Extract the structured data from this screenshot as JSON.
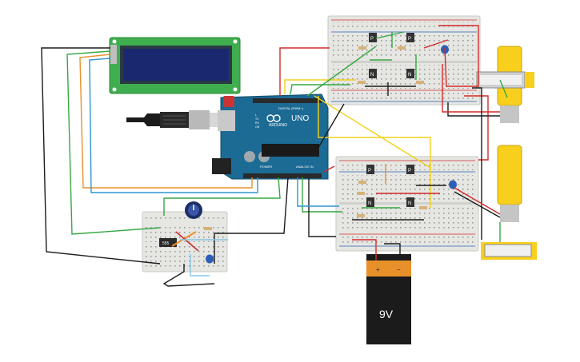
{
  "arduino": {
    "brand": "ARDUINO",
    "model": "UNO",
    "digital_label": "DIGITAL (PWM~)",
    "power_label": "POWER",
    "analog_label": "ANALOG IN",
    "tx_label": "TX",
    "rx_label": "RX",
    "l_label": "L",
    "on_label": "ON"
  },
  "timer_ic": {
    "label": "555"
  },
  "battery": {
    "label": "9V",
    "plus": "+",
    "minus": "−"
  },
  "transistors": {
    "p_label": "P",
    "n_label": "N"
  },
  "wire_colors": {
    "red": "#d42a2a",
    "black": "#1b1b1b",
    "green": "#36a843",
    "orange": "#e8912b",
    "blue": "#2d95cf",
    "yellow": "#f2d21b",
    "light_blue": "#86c6e6"
  },
  "component_colors": {
    "board_blue": "#1c6b95",
    "lcd_green": "#3fae4f",
    "lcd_screen": "#1a2870",
    "motor_yellow": "#f7cf1c",
    "breadboard": "#e8e8e4",
    "battery_orange": "#e8912b",
    "battery_black": "#1b1b1b"
  },
  "icons": [
    "usb-cable-icon",
    "arduino-logo-icon",
    "potentiometer-icon",
    "capacitor-icon",
    "dc-motor-icon"
  ]
}
